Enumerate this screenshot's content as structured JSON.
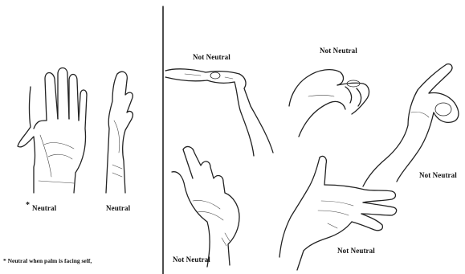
{
  "labels": {
    "neutral_front": "Neutral",
    "neutral_side": "Neutral",
    "not_neutral_top_left": "Not Neutral",
    "not_neutral_top_center": "Not Neutral",
    "not_neutral_right": "Not Neutral",
    "not_neutral_bottom_left": "Not Neutral",
    "not_neutral_bottom_center": "Not Neutral"
  },
  "footnote": {
    "marker": "*",
    "text": "Neutral when palm is facing self,"
  }
}
